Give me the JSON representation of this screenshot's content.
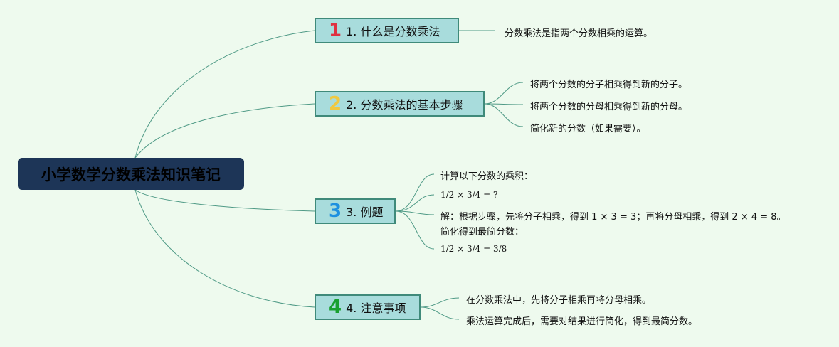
{
  "root": {
    "title": "小学数学分数乘法知识笔记"
  },
  "colors": {
    "line": "#4f9a86",
    "num1": "#e03040",
    "num2": "#f0c840",
    "num3": "#1e90e0",
    "num4": "#1aa030"
  },
  "branches": [
    {
      "num": "1",
      "label": "1. 什么是分数乘法",
      "leaves": [
        "分数乘法是指两个分数相乘的运算。"
      ]
    },
    {
      "num": "2",
      "label": "2. 分数乘法的基本步骤",
      "leaves": [
        "将两个分数的分子相乘得到新的分子。",
        "将两个分数的分母相乘得到新的分母。",
        "简化新的分数（如果需要）。"
      ]
    },
    {
      "num": "3",
      "label": "3. 例题",
      "leaves": [
        "计算以下分数的乘积：",
        "1/2 × 3/4 = ?",
        "解：根据步骤，先将分子相乘，得到 1 × 3 = 3；再将分母相乘，得到 2 × 4 = 8。",
        "简化得到最简分数：",
        "1/2 × 3/4 = 3/8"
      ]
    },
    {
      "num": "4",
      "label": "4. 注意事项",
      "leaves": [
        "在分数乘法中，先将分子相乘再将分母相乘。",
        "乘法运算完成后，需要对结果进行简化，得到最简分数。"
      ]
    }
  ]
}
